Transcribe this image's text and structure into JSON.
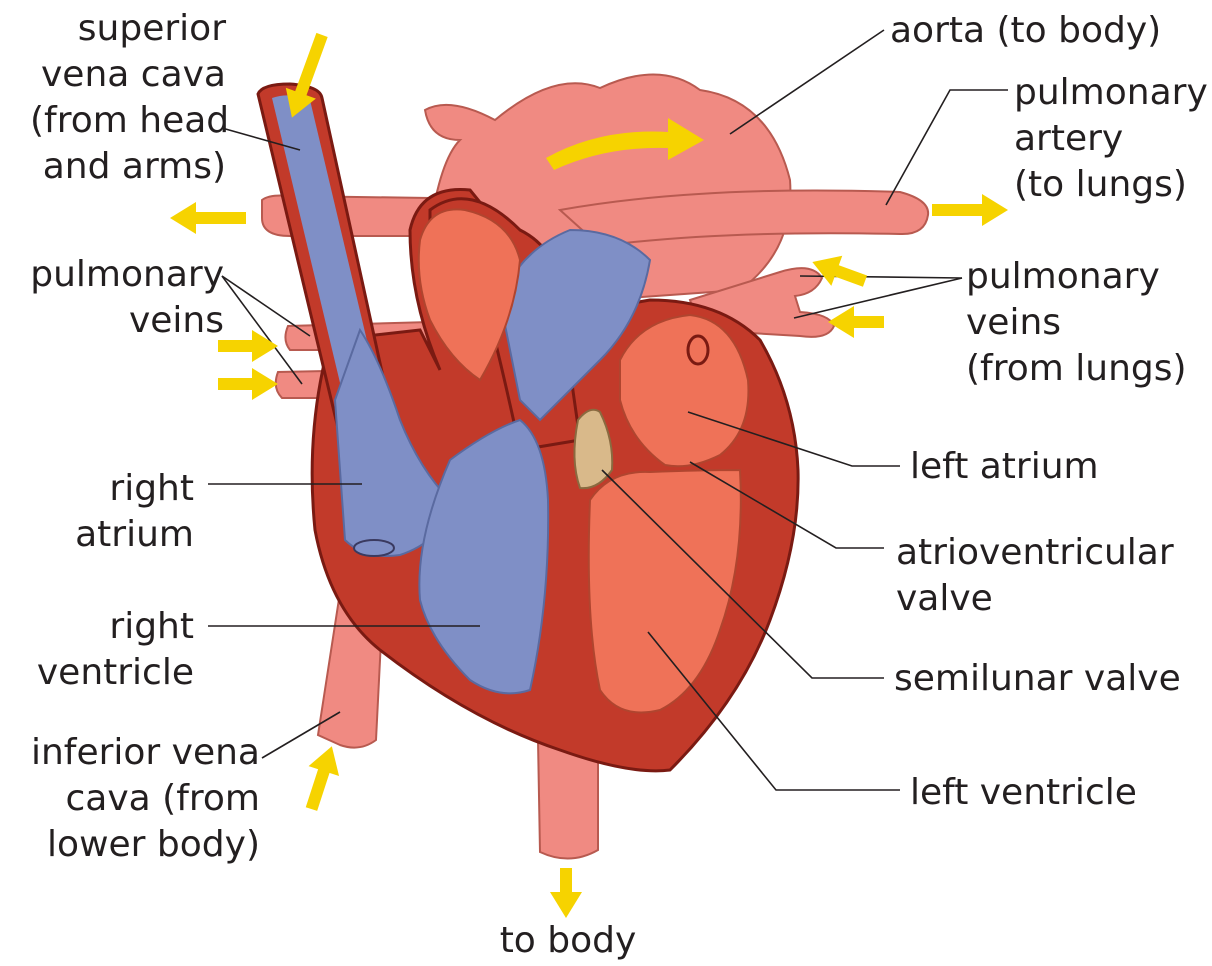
{
  "colors": {
    "outer_wall": "#c23a2a",
    "outer_wall_stroke": "#7a1a12",
    "vessel": "#f08a82",
    "vessel_stroke": "#b85a50",
    "deoxygenated_blood": "#7f8fc6",
    "oxygenated_chamber": "#ef7258",
    "valve": "#d9b98a",
    "arrow": "#f6d300",
    "label_text": "#231f20",
    "leader_line": "#231f20"
  },
  "labels": {
    "superior_vena_cava": [
      "superior",
      "vena cava",
      "(from head",
      "and arms)"
    ],
    "pulmonary_veins_left": [
      "pulmonary",
      "veins"
    ],
    "right_atrium": [
      "right",
      "atrium"
    ],
    "right_ventricle": [
      "right",
      "ventricle"
    ],
    "inferior_vena_cava": [
      "inferior vena",
      "cava (from",
      "lower body)"
    ],
    "aorta": [
      "aorta (to body)"
    ],
    "pulmonary_artery": [
      "pulmonary",
      "artery",
      "(to lungs)"
    ],
    "pulmonary_veins_right": [
      "pulmonary",
      "veins",
      "(from lungs)"
    ],
    "left_atrium": [
      "left atrium"
    ],
    "atrioventricular_valve": [
      "atrioventricular",
      "valve"
    ],
    "semilunar_valve": [
      "semilunar valve"
    ],
    "left_ventricle": [
      "left ventricle"
    ],
    "to_body": [
      "to body"
    ]
  },
  "icons": {
    "flow_arrow": "blood-flow-arrow-icon",
    "curved_flow_arrow": "curved-aorta-flow-arrow-icon"
  }
}
